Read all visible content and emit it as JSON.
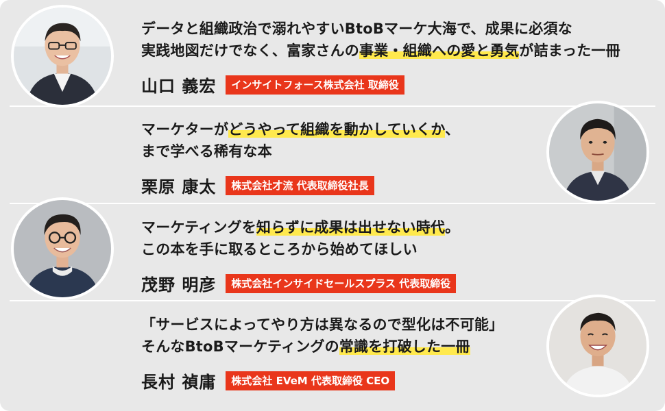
{
  "people": [
    {
      "quote": [
        [
          {
            "t": "データと組織政治で溺れやすいBtoBマーケ大海で、成果に必須な",
            "h": false
          }
        ],
        [
          {
            "t": "実践地図だけでなく、富家さんの",
            "h": false
          },
          {
            "t": "事業・組織への愛と勇気",
            "h": true
          },
          {
            "t": "が詰まった一冊",
            "h": false
          }
        ]
      ],
      "name": "山口 義宏",
      "title": "インサイトフォース株式会社 取締役",
      "avatar_icon": "person-portrait-icon"
    },
    {
      "quote": [
        [
          {
            "t": "マーケターが",
            "h": false
          },
          {
            "t": "どうやって組織を動かしていくか",
            "h": true
          },
          {
            "t": "、",
            "h": false
          }
        ],
        [
          {
            "t": "まで学べる稀有な本",
            "h": false
          }
        ]
      ],
      "name": "栗原 康太",
      "title": "株式会社才流 代表取締役社長",
      "avatar_icon": "person-portrait-icon"
    },
    {
      "quote": [
        [
          {
            "t": "マーケティングを",
            "h": false
          },
          {
            "t": "知らずに成果は出せない時代",
            "h": true
          },
          {
            "t": "。",
            "h": false
          }
        ],
        [
          {
            "t": "この本を手に取るところから始めてほしい",
            "h": false
          }
        ]
      ],
      "name": "茂野 明彦",
      "title": "株式会社インサイドセールスプラス 代表取締役",
      "avatar_icon": "person-portrait-icon"
    },
    {
      "quote": [
        [
          {
            "t": "「サービスによってやり方は異なるので型化は不可能」",
            "h": false
          }
        ],
        [
          {
            "t": "そんなBtoBマーケティングの",
            "h": false
          },
          {
            "t": "常識を打破した一冊",
            "h": true
          }
        ]
      ],
      "name": "長村 禎庸",
      "title": "株式会社 EVeM 代表取締役 CEO",
      "avatar_icon": "person-portrait-icon"
    }
  ],
  "colors": {
    "panel": "#e8e8e8",
    "highlight": "#ffe94d",
    "badge": "#e9361b"
  }
}
